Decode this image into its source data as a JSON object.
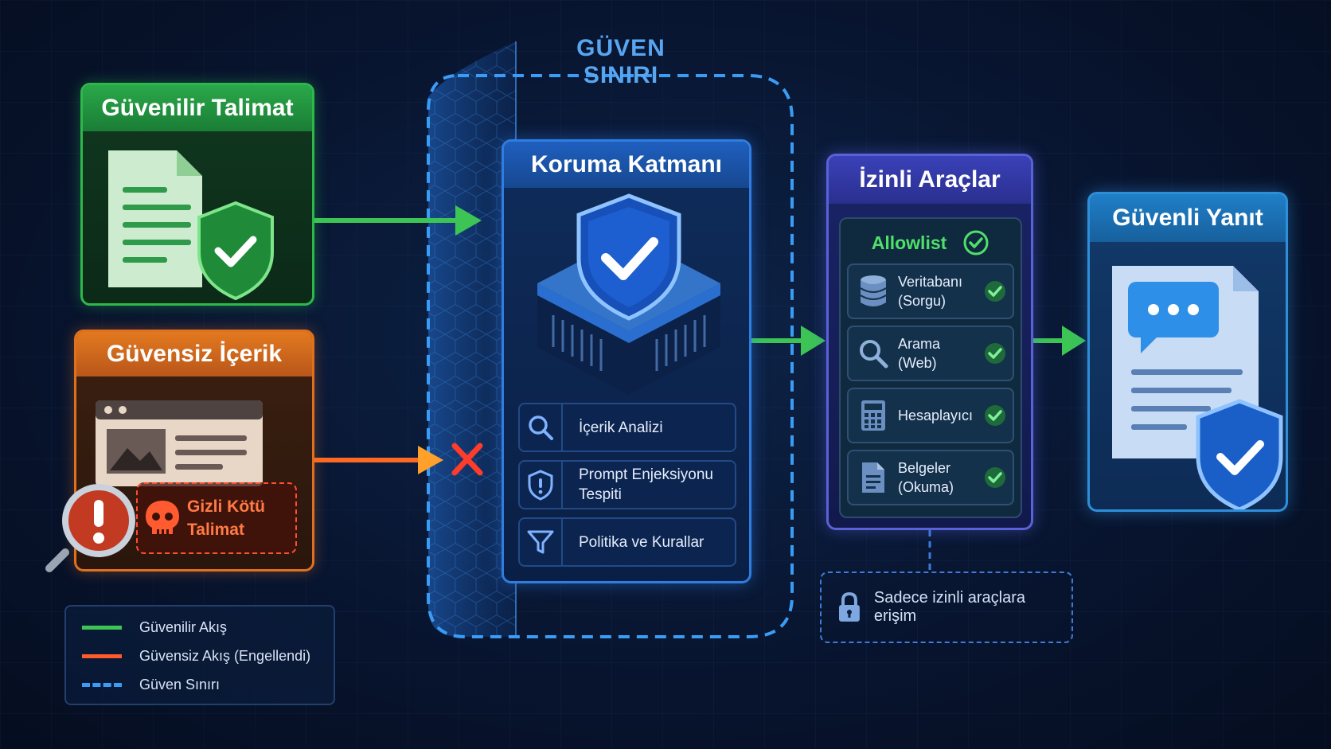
{
  "boundary": {
    "title": "GÜVEN SINIRI"
  },
  "trusted_instruction": {
    "title": "Güvenilir Talimat"
  },
  "untrusted_content": {
    "title": "Güvensiz İçerik",
    "hidden_instruction_line1": "Gizli Kötü",
    "hidden_instruction_line2": "Talimat"
  },
  "protection_layer": {
    "title": "Koruma Katmanı",
    "features": [
      {
        "line1": "İçerik Analizi",
        "line2": ""
      },
      {
        "line1": "Prompt Enjeksiyonu",
        "line2": "Tespiti"
      },
      {
        "line1": "Politika ve Kurallar",
        "line2": ""
      }
    ]
  },
  "allowed_tools": {
    "title": "İzinli Araçlar",
    "allowlist_label": "Allowlist",
    "tools": [
      {
        "line1": "Veritabanı",
        "line2": "(Sorgu)"
      },
      {
        "line1": "Arama",
        "line2": "(Web)"
      },
      {
        "line1": "Hesaplayıcı",
        "line2": ""
      },
      {
        "line1": "Belgeler",
        "line2": "(Okuma)"
      }
    ],
    "access_note": "Sadece izinli araçlara erişim"
  },
  "safe_response": {
    "title": "Güvenli Yanıt"
  },
  "legend": {
    "items": [
      {
        "label": "Güvenilir Akış",
        "color": "#3cc454",
        "style": "solid"
      },
      {
        "label": "Güvensiz Akış (Engellendi)",
        "color": "#ff5a2a",
        "style": "solid"
      },
      {
        "label": "Güven Sınırı",
        "color": "#3a9cf5",
        "style": "dashed"
      }
    ]
  },
  "colors": {
    "trusted": "#2fb84a",
    "untrusted": "#e0701e",
    "protection": "#2f7de0",
    "tools": "#5a62d8",
    "safe": "#2e8fd8",
    "blocked": "#ff4d30",
    "boundary": "#3a9cf5"
  }
}
